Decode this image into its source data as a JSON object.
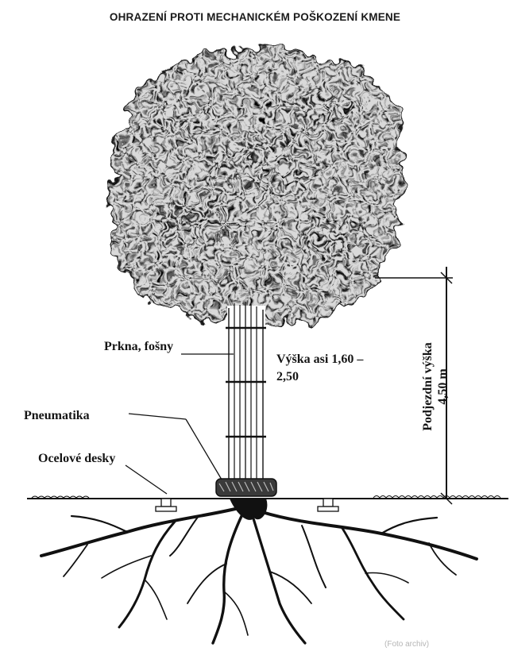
{
  "title": "OHRAZENÍ PROTI MECHANICKÉM POŠKOZENÍ KMENE",
  "labels": {
    "planks": "Prkna, fošny",
    "height": "Výška asi 1,60 – 2,50",
    "tire": "Pneumatika",
    "steel_plates": "Ocelové desky",
    "clearance_line1": "Podjezdní výška",
    "clearance_line2": "4,50 m"
  },
  "credit": "(Foto archiv)",
  "colors": {
    "ink": "#111111",
    "crown": "#2a2a2a",
    "background": "#ffffff"
  }
}
